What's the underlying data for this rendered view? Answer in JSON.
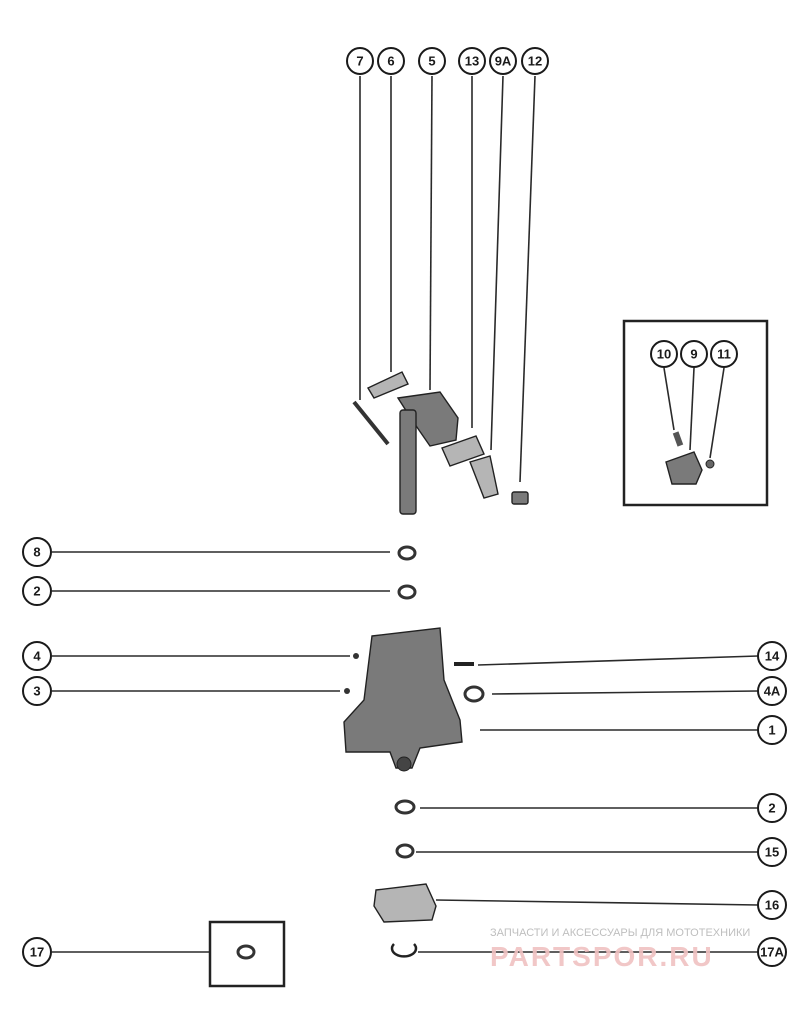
{
  "callouts": {
    "c7": "7",
    "c6": "6",
    "c5": "5",
    "c13": "13",
    "c9a": "9A",
    "c12": "12",
    "c10": "10",
    "c9": "9",
    "c11": "11",
    "c8": "8",
    "c2a": "2",
    "c4": "4",
    "c3": "3",
    "c14": "14",
    "c4a": "4A",
    "c1": "1",
    "c2b": "2",
    "c15": "15",
    "c16": "16",
    "c17a": "17A",
    "c17": "17"
  },
  "watermark": {
    "caption": "ЗАПЧАСТИ И АКСЕССУАРЫ ДЛЯ МОТОТЕХНИКИ",
    "logo": "PARTSPOR.RU"
  }
}
